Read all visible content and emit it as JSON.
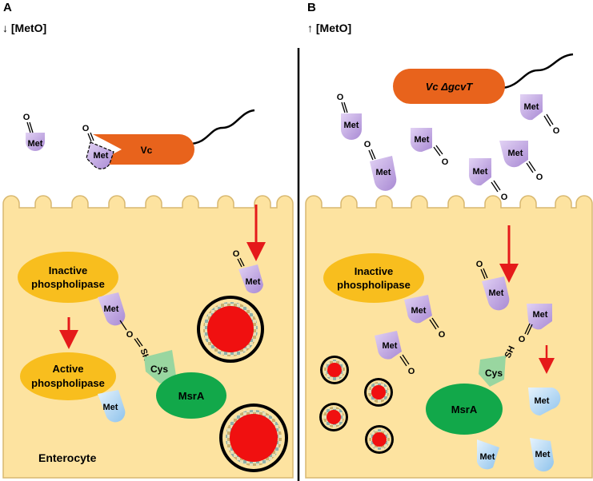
{
  "panels": {
    "a": {
      "letter": "A",
      "condition": "↓ [MetO]",
      "bacterium": "Vc",
      "cell_label": "Enterocyte"
    },
    "b": {
      "letter": "B",
      "condition": "↑ [MetO]",
      "bacterium": "Vc ΔgcvT"
    }
  },
  "labels": {
    "met": "Met",
    "oxygen": "O",
    "inactive_line1": "Inactive",
    "inactive_line2": "phospholipase",
    "active_line1": "Active",
    "active_line2": "phospholipase",
    "msra": "MsrA",
    "cys": "Cys",
    "sh": "SH"
  },
  "colors": {
    "cell_fill": "#fde3a0",
    "cell_stroke": "#d8b870",
    "bacterium": "#e8631c",
    "phospholipase": "#f8be1e",
    "msra": "#12a84a",
    "cys": "#99d6a0",
    "met_oxidized": "#c2a8e0",
    "met_reduced": "#a8d0f0",
    "arrow": "#e51a1a",
    "droplet_core": "#f01010"
  }
}
